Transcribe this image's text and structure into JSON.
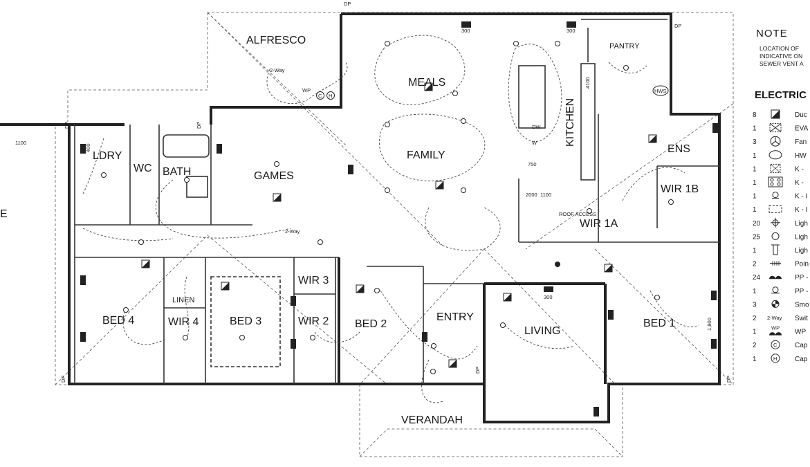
{
  "rooms": {
    "alfresco": "ALFRESCO",
    "meals": "MEALS",
    "pantry": "PANTRY",
    "family": "FAMILY",
    "kitchen": "KITCHEN",
    "ldry": "LDRY",
    "wc": "WC",
    "bath": "BATH",
    "games": "GAMES",
    "ens": "ENS",
    "wir1b": "WIR 1B",
    "wir1a": "WIR 1A",
    "roof_access": "ROOF ACCESS",
    "bed4": "BED 4",
    "wir4": "WIR 4",
    "linen": "LINEN",
    "bed3": "BED 3",
    "wir3": "WIR 3",
    "wir2": "WIR 2",
    "bed2": "BED 2",
    "entry": "ENTRY",
    "living": "LIVING",
    "bed1": "BED 1",
    "verandah": "VERANDAH",
    "left_partial": "E"
  },
  "annotations": {
    "dp": "DP",
    "two_way": "2-Way",
    "wp": "WP",
    "c": "C",
    "h": "H",
    "hws": "HWS",
    "dw": "DW",
    "w": "W",
    "dim_1100": "1100",
    "dim_400": "400",
    "dim_300": "300",
    "dim_750": "750",
    "dim_2000": "2000",
    "dim_1100b": "1100",
    "dim_1800": "1,800",
    "dim_4100": "4100"
  },
  "note": {
    "title": "NOTE",
    "lines": [
      "LOCATION OF",
      "INDICATIVE ON",
      "SEWER VENT A"
    ]
  },
  "electrical": {
    "title": "ELECTRIC",
    "items": [
      {
        "qty": "8",
        "label": "Duc",
        "icon": "duct-diagonal-icon"
      },
      {
        "qty": "1",
        "label": "EVA",
        "icon": "evap-cross-icon"
      },
      {
        "qty": "3",
        "label": "Fan",
        "icon": "fan-icon"
      },
      {
        "qty": "1",
        "label": "HW",
        "icon": "hws-icon"
      },
      {
        "qty": "1",
        "label": "K -",
        "icon": "k-cross-box-icon"
      },
      {
        "qty": "1",
        "label": "K -",
        "icon": "cooktop-icon"
      },
      {
        "qty": "1",
        "label": "K - I",
        "icon": "k-omega-icon"
      },
      {
        "qty": "1",
        "label": "K - I",
        "icon": "dashed-box-icon"
      },
      {
        "qty": "20",
        "label": "Ligh",
        "icon": "light-cross-icon"
      },
      {
        "qty": "25",
        "label": "Ligh",
        "icon": "light-circle-icon"
      },
      {
        "qty": "1",
        "label": "Ligh",
        "icon": "light-fluoro-icon"
      },
      {
        "qty": "2",
        "label": "Poin",
        "icon": "point-hash-icon"
      },
      {
        "qty": "24",
        "label": "PP -",
        "icon": "power-point-double-icon"
      },
      {
        "qty": "1",
        "label": "PP -",
        "icon": "power-point-single-icon"
      },
      {
        "qty": "3",
        "label": "Smo",
        "icon": "smoke-alarm-icon"
      },
      {
        "qty": "2",
        "label": "Swit",
        "icon": "switch-2way-icon",
        "sym_text": "2-Way"
      },
      {
        "qty": "1",
        "label": "WP",
        "icon": "wp-icon",
        "sym_text": "WP"
      },
      {
        "qty": "2",
        "label": "Cap",
        "icon": "cap-c-icon",
        "sym_text": "C"
      },
      {
        "qty": "1",
        "label": "Cap",
        "icon": "cap-h-icon",
        "sym_text": "H"
      }
    ]
  }
}
